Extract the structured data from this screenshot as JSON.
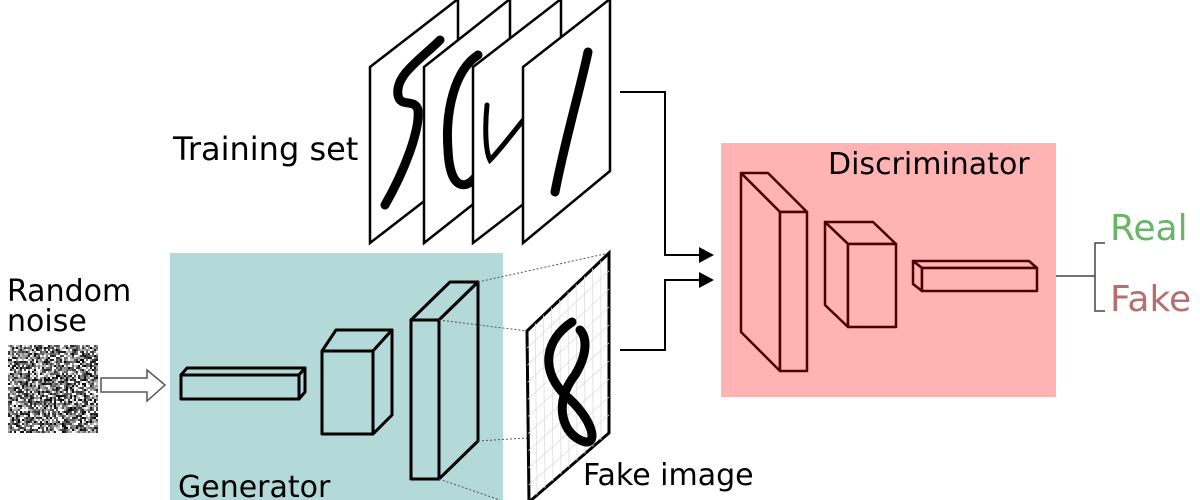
{
  "labels": {
    "training_set": "Training set",
    "discriminator": "Discriminator",
    "real": "Real",
    "fake": "Fake",
    "random_noise_line1": "Random",
    "random_noise_line2": "noise",
    "generator": "Generator",
    "fake_image": "Fake image"
  },
  "colors": {
    "generator_bg": "#b3d9d9",
    "discriminator_bg": "#ffb3b3",
    "real": "#6ab46a",
    "fake": "#b56f6f",
    "discriminator_stroke": "#4a0000"
  }
}
